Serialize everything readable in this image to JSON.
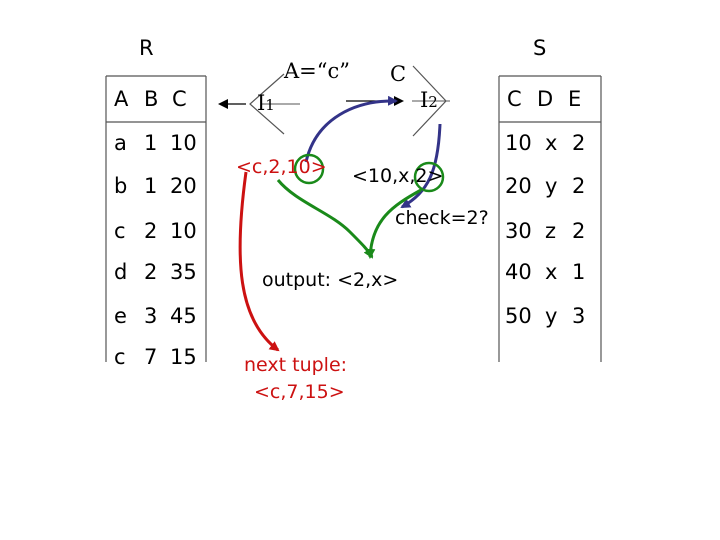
{
  "relation_r": {
    "name": "R",
    "headers": [
      "A",
      "B",
      "C"
    ],
    "rows": [
      [
        "a",
        "1",
        "10"
      ],
      [
        "b",
        "1",
        "20"
      ],
      [
        "c",
        "2",
        "10"
      ],
      [
        "d",
        "2",
        "35"
      ],
      [
        "e",
        "3",
        "45"
      ],
      [
        "c",
        "7",
        "15"
      ]
    ]
  },
  "relation_s": {
    "name": "S",
    "headers": [
      "C",
      "D",
      "E"
    ],
    "rows": [
      [
        "10",
        "x",
        "2"
      ],
      [
        "20",
        "y",
        "2"
      ],
      [
        "30",
        "z",
        "2"
      ],
      [
        "40",
        "x",
        "1"
      ],
      [
        "50",
        "y",
        "3"
      ]
    ]
  },
  "index1": {
    "label": "I",
    "subscript": "1",
    "condition": "A=“c”"
  },
  "index2": {
    "label": "I",
    "subscript": "2",
    "key": "C"
  },
  "annotations": {
    "tuple_r": "<c,2,10>",
    "tuple_s": "<10,x,2>",
    "check": "check=2?",
    "output": "output: <2,x>",
    "next_label": "next tuple:",
    "next_tuple": "<c,7,15>"
  },
  "colors": {
    "red": "#cc1111",
    "green": "#1a8a1a",
    "blue": "#333388",
    "line": "#555555"
  }
}
